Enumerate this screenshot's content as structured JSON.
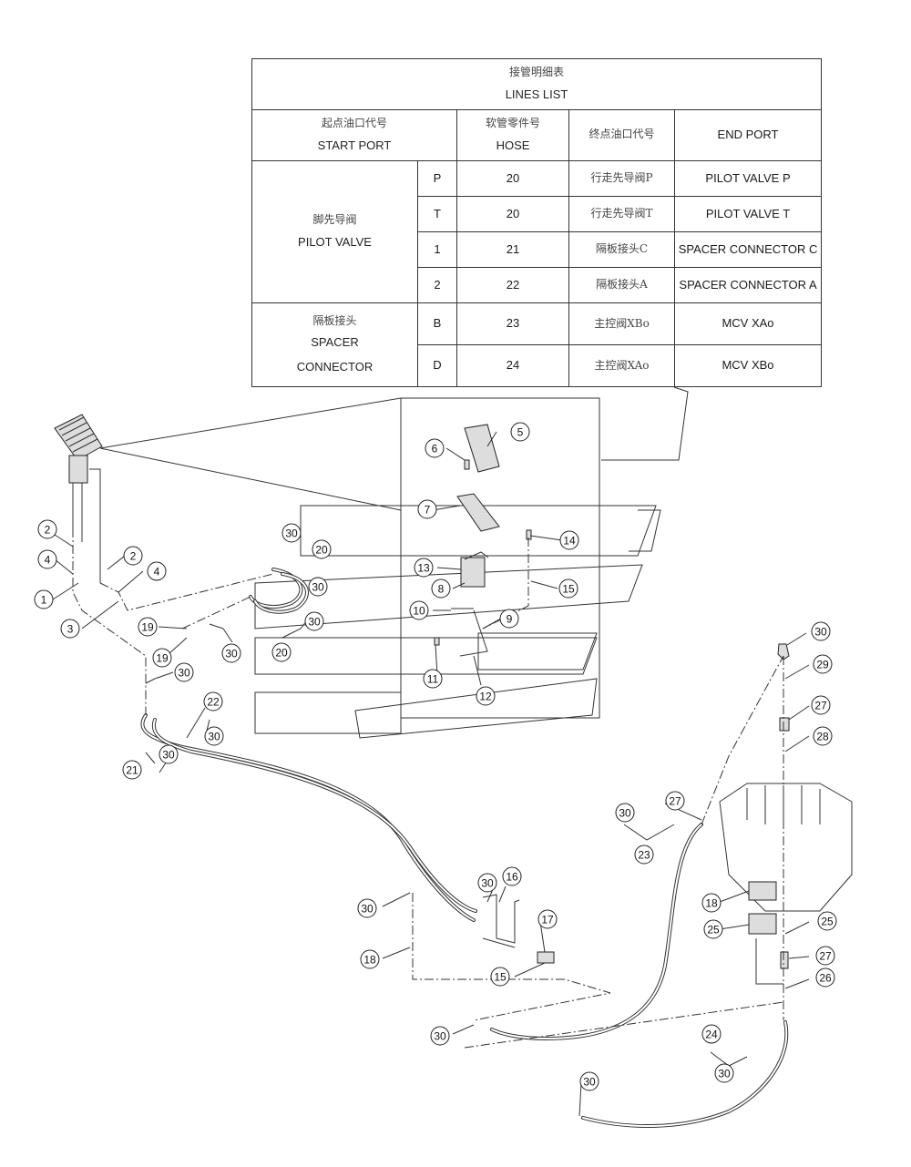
{
  "table": {
    "title_cn": "接管明细表",
    "title_en": "LINES LIST",
    "headers": {
      "start_port_cn": "起点油口代号",
      "start_port_en": "START PORT",
      "hose_cn": "软管零件号",
      "hose_en": "HOSE",
      "end_port_cn": "终点油口代号",
      "end_port_en": "END PORT"
    },
    "groups": [
      {
        "name_cn": "脚先导阀",
        "name_en": "PILOT VALVE",
        "rows": [
          {
            "port": "P",
            "hose": "20",
            "end_cn": "行走先导阀P",
            "end_en": "PILOT VALVE P"
          },
          {
            "port": "T",
            "hose": "20",
            "end_cn": "行走先导阀T",
            "end_en": "PILOT VALVE T"
          },
          {
            "port": "1",
            "hose": "21",
            "end_cn": "隔板接头C",
            "end_en": "SPACER CONNECTOR C"
          },
          {
            "port": "2",
            "hose": "22",
            "end_cn": "隔板接头A",
            "end_en": "SPACER CONNECTOR A"
          }
        ]
      },
      {
        "name_cn": "隔板接头",
        "name_en_1": "SPACER",
        "name_en_2": "CONNECTOR",
        "rows": [
          {
            "port": "B",
            "hose": "23",
            "end_cn": "主控阀XBo",
            "end_en": "MCV XAo"
          },
          {
            "port": "D",
            "hose": "24",
            "end_cn": "主控阀XAo",
            "end_en": "MCV XBo"
          }
        ]
      }
    ]
  },
  "callouts": [
    "2",
    "4",
    "2",
    "4",
    "1",
    "3",
    "19",
    "19",
    "30",
    "30",
    "30",
    "20",
    "20",
    "30",
    "30",
    "30",
    "5",
    "6",
    "7",
    "14",
    "13",
    "8",
    "15",
    "10",
    "9",
    "11",
    "12",
    "22",
    "30",
    "21",
    "30",
    "29",
    "27",
    "28",
    "27",
    "30",
    "23",
    "30",
    "16",
    "30",
    "17",
    "18",
    "15",
    "18",
    "25",
    "25",
    "27",
    "26",
    "30",
    "30",
    "24",
    "30",
    "30"
  ]
}
